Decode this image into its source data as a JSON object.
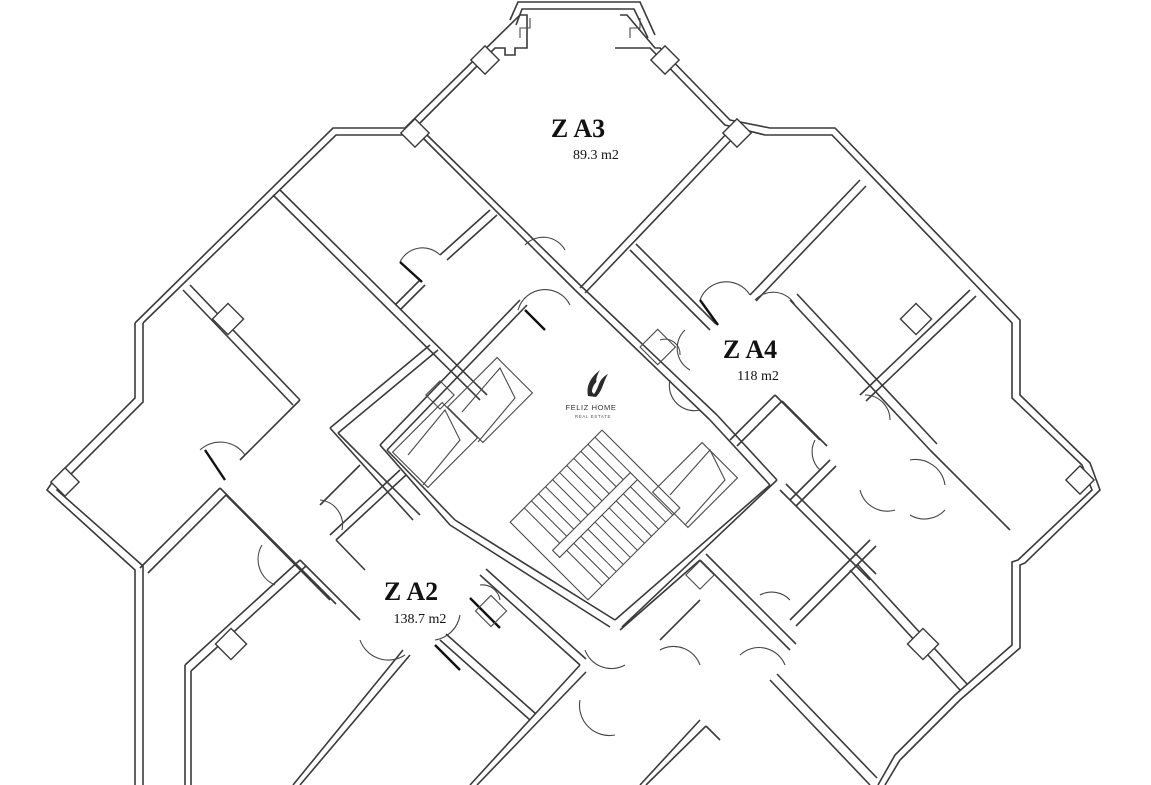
{
  "zones": [
    {
      "id": "za3",
      "name": "Z A3",
      "area": "89.3 m2"
    },
    {
      "id": "za4",
      "name": "Z A4",
      "area": "118 m2"
    },
    {
      "id": "za2",
      "name": "Z A2",
      "area": "138.7 m2"
    }
  ],
  "brand": {
    "name": "FELIZ HOME",
    "tagline": "REAL ESTATE",
    "logo_icon": "feliz-home-flame-logo-icon"
  },
  "colors": {
    "wall": "#3a3a3a",
    "background": "#ffffff",
    "text": "#111111"
  }
}
